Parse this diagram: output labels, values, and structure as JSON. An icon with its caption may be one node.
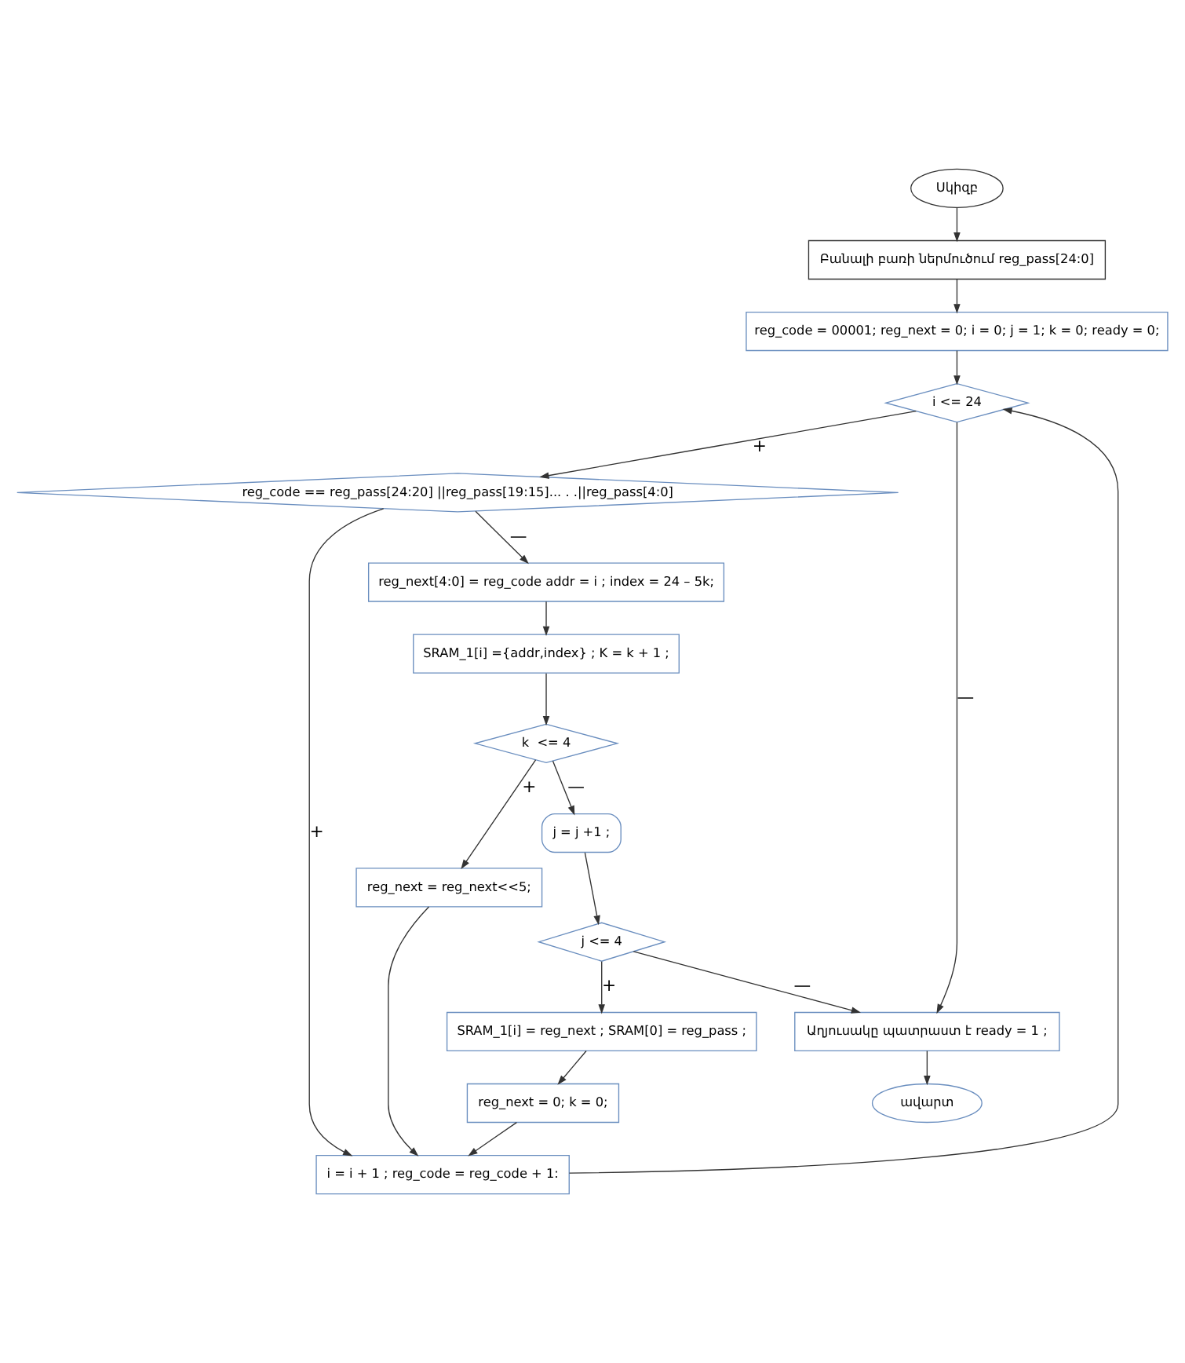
{
  "diagram": {
    "nodes": [
      {
        "text": [
          "Սկիզբ"
        ]
      },
      {
        "text": [
          "Բանալի բառի ներմուծում reg_pass[24:0]"
        ]
      },
      {
        "text": [
          "reg_code = 00001; reg_next = 0; i = 0; j = 1; k = 0; ready = 0;"
        ]
      },
      {
        "text": [
          "i <= 24"
        ]
      },
      {
        "text": [
          "j = j +1 ;"
        ]
      },
      {
        "text": [
          "reg_code == reg_pass[24:20] ||reg_pass[19:15]... . .||reg_pass[4:0]"
        ]
      },
      {
        "text": [
          "j <= 4"
        ]
      },
      {
        "text": [
          "reg_next[4:0] = reg_code addr = i ; index = 24 – 5k;"
        ]
      },
      {
        "text": [
          "SRAM_1[i] = reg_next ; SRAM[0] = reg_pass ;"
        ]
      },
      {
        "text": [
          "SRAM_1[i] ={addr,index} ; K = k + 1 ;"
        ]
      },
      {
        "text": [
          "reg_next = 0; k = 0;"
        ]
      },
      {
        "text": [
          "k  <= 4"
        ]
      },
      {
        "text": [
          "reg_next = reg_next<<5;"
        ]
      },
      {
        "text": [
          "Աղյուսակը պատրաստ է ready = 1 ;"
        ]
      },
      {
        "text": [
          "i = i + 1 ; reg_code = reg_code + 1:"
        ]
      },
      {
        "text": [
          "ավարտ"
        ]
      }
    ],
    "edges": [
      {
        "from": 0,
        "to": 1,
        "arrow": "to"
      },
      {
        "from": 1,
        "to": 2,
        "arrow": "to"
      },
      {
        "from": 2,
        "to": 3,
        "arrow": "to"
      },
      {
        "from": 3,
        "to": 5,
        "arrow": "to",
        "label": "+"
      },
      {
        "from": 3,
        "to": 13,
        "arrow": "to",
        "label": "—"
      },
      {
        "from": 5,
        "to": 7,
        "arrow": "to",
        "label": "—"
      },
      {
        "from": 5,
        "to": 14,
        "arrow": "to",
        "label": "+"
      },
      {
        "from": 7,
        "to": 9,
        "arrow": "to"
      },
      {
        "from": 9,
        "to": 11,
        "arrow": "to"
      },
      {
        "from": 11,
        "to": 12,
        "arrow": "to",
        "label": "+"
      },
      {
        "from": 11,
        "to": 4,
        "arrow": "to",
        "label": "—"
      },
      {
        "from": 12,
        "to": 14,
        "arrow": "to"
      },
      {
        "from": 4,
        "to": 6,
        "arrow": "to"
      },
      {
        "from": 6,
        "to": 8,
        "arrow": "to",
        "label": "+"
      },
      {
        "from": 6,
        "to": 13,
        "arrow": "to",
        "label": "—"
      },
      {
        "from": 8,
        "to": 10,
        "arrow": "to"
      },
      {
        "from": 10,
        "to": 14,
        "arrow": "to"
      },
      {
        "from": 14,
        "to": 3,
        "arrow": "to"
      },
      {
        "from": 13,
        "to": 15,
        "arrow": "to"
      }
    ]
  }
}
